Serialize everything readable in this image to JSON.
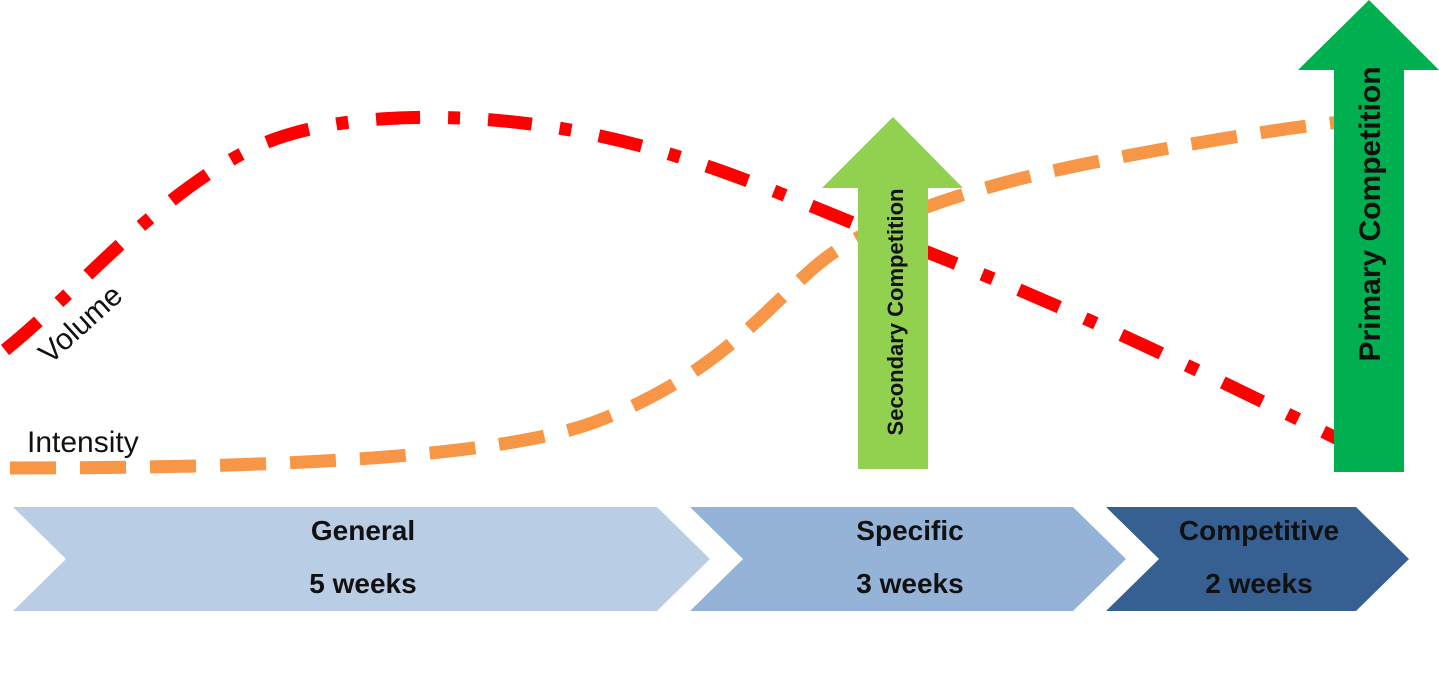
{
  "curves": {
    "volume": {
      "label": "Volume",
      "color": "#ff0000",
      "style": "dash-dot"
    },
    "intensity": {
      "label": "Intensity",
      "color": "#f79646",
      "style": "dashed"
    }
  },
  "phases": [
    {
      "name": "General",
      "duration": "5 weeks",
      "color": "#b9cde5"
    },
    {
      "name": "Specific",
      "duration": "3 weeks",
      "color": "#95b3d7"
    },
    {
      "name": "Competitive",
      "duration": "2 weeks",
      "color": "#366092"
    }
  ],
  "competitions": {
    "secondary": {
      "label": "Secondary Competition",
      "color": "#92d050"
    },
    "primary": {
      "label": "Primary Competition",
      "color": "#00b050"
    }
  }
}
